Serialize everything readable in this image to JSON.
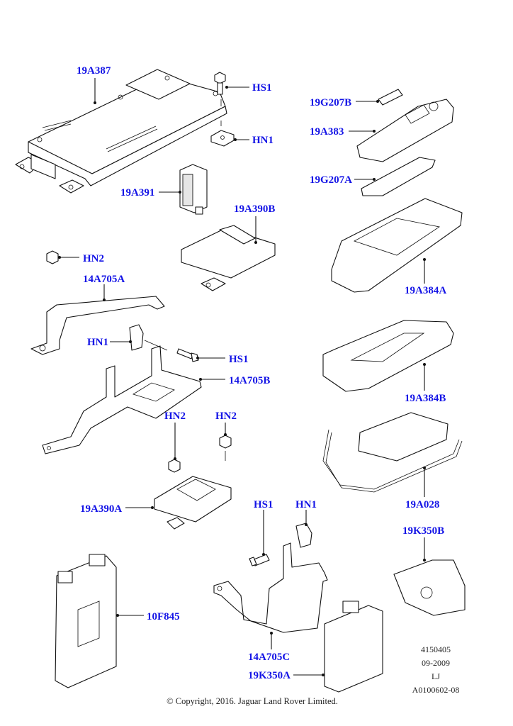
{
  "diagram": {
    "title": "Telephone / Bluetooth module components exploded view",
    "callouts": [
      {
        "id": "c1",
        "text": "19A387"
      },
      {
        "id": "c2",
        "text": "HS1"
      },
      {
        "id": "c3",
        "text": "HN1"
      },
      {
        "id": "c4",
        "text": "19G207B"
      },
      {
        "id": "c5",
        "text": "19A383"
      },
      {
        "id": "c6",
        "text": "19G207A"
      },
      {
        "id": "c7",
        "text": "19A391"
      },
      {
        "id": "c8",
        "text": "19A390B"
      },
      {
        "id": "c9",
        "text": "HN2"
      },
      {
        "id": "c10",
        "text": "14A705A"
      },
      {
        "id": "c11",
        "text": "19A384A"
      },
      {
        "id": "c12",
        "text": "HN1"
      },
      {
        "id": "c13",
        "text": "HS1"
      },
      {
        "id": "c14",
        "text": "14A705B"
      },
      {
        "id": "c15",
        "text": "19A384B"
      },
      {
        "id": "c16",
        "text": "HN2"
      },
      {
        "id": "c17",
        "text": "HN2"
      },
      {
        "id": "c18",
        "text": "19A028"
      },
      {
        "id": "c19",
        "text": "19A390A"
      },
      {
        "id": "c20",
        "text": "HS1"
      },
      {
        "id": "c21",
        "text": "HN1"
      },
      {
        "id": "c22",
        "text": "19K350B"
      },
      {
        "id": "c23",
        "text": "10F845"
      },
      {
        "id": "c24",
        "text": "14A705C"
      },
      {
        "id": "c25",
        "text": "19K350A"
      }
    ],
    "meta": {
      "part_ref": "4150405",
      "date": "09-2009",
      "initials": "LJ",
      "drawing_id": "A0100602-08"
    },
    "copyright": "© Copyright, 2016. Jaguar Land Rover Limited."
  },
  "colors": {
    "callout": "#1414e6",
    "line": "#111111",
    "background": "#ffffff"
  }
}
